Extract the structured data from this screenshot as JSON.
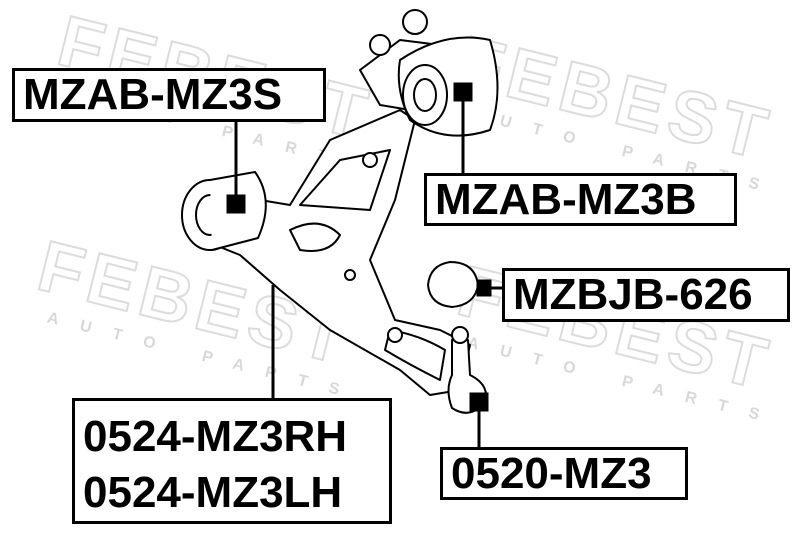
{
  "watermark": {
    "brand": "FEBEST",
    "tagline": "AUTO PARTS"
  },
  "labels": {
    "mzab_mz3s": "MZAB-MZ3S",
    "mzab_mz3b": "MZAB-MZ3B",
    "mzbjb_626": "MZBJB-626",
    "arm_rh": "0524-MZ3RH",
    "arm_lh": "0524-MZ3LH",
    "ball_joint": "0520-MZ3"
  }
}
